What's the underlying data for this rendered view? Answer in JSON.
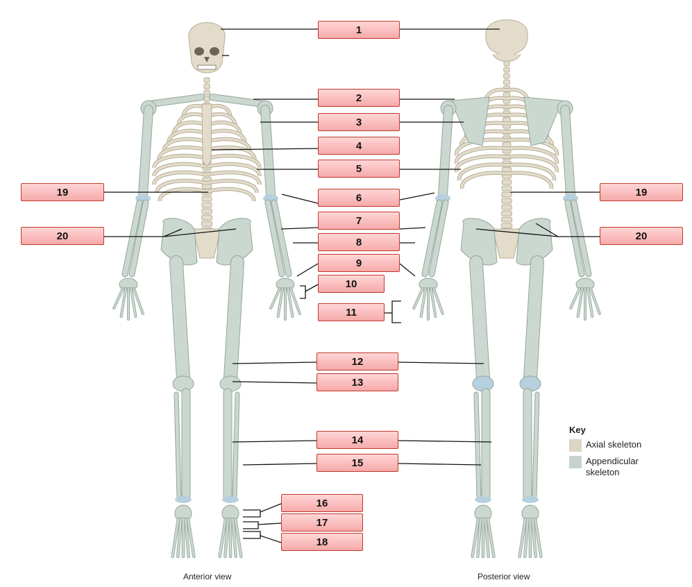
{
  "labels": [
    "1",
    "2",
    "3",
    "4",
    "5",
    "6",
    "7",
    "8",
    "9",
    "10",
    "11",
    "12",
    "13",
    "14",
    "15",
    "16",
    "17",
    "18",
    "19",
    "20"
  ],
  "captions": {
    "anterior": "Anterior view",
    "posterior": "Posterior view"
  },
  "key": {
    "title": "Key",
    "items": [
      {
        "name": "axial-key-item",
        "label": "Axial skeleton",
        "color": "#ddd5c4"
      },
      {
        "name": "appendicular-key-item",
        "label": "Appendicular skeleton",
        "color": "#c6d3cb"
      }
    ]
  },
  "colors": {
    "axial": "#e3dccb",
    "axial_stroke": "#b7ad97",
    "appendicular": "#cbd8d0",
    "appendicular_stroke": "#93a59b",
    "cartilage": "#b7d0de",
    "label_border": "#c0392b",
    "label_fill": "#f8b4b4"
  }
}
